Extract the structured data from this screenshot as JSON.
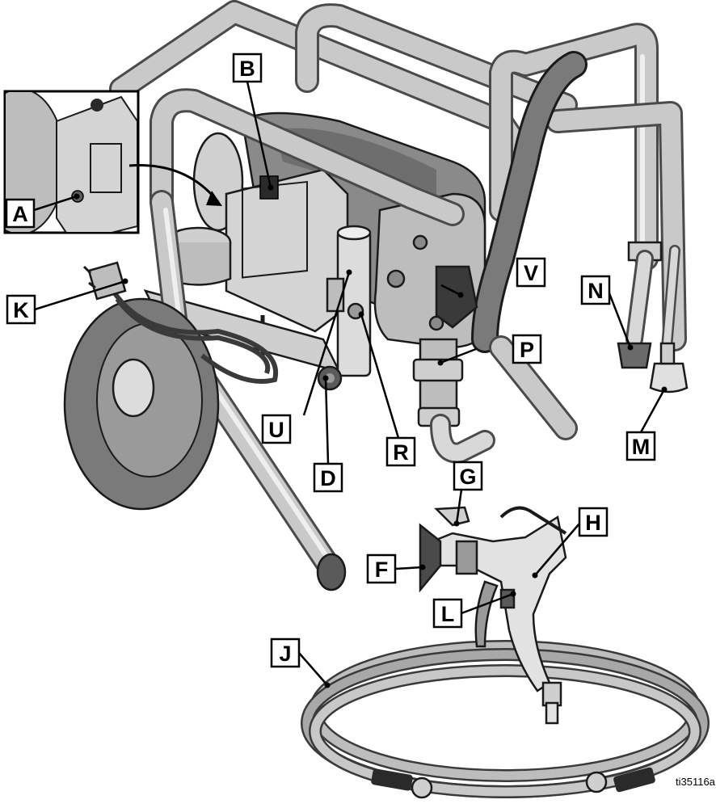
{
  "figure_id": "ti35116a",
  "callouts": [
    {
      "id": "a",
      "label": "A"
    },
    {
      "id": "b",
      "label": "B"
    },
    {
      "id": "d",
      "label": "D"
    },
    {
      "id": "f",
      "label": "F"
    },
    {
      "id": "g",
      "label": "G"
    },
    {
      "id": "h",
      "label": "H"
    },
    {
      "id": "j",
      "label": "J"
    },
    {
      "id": "k",
      "label": "K"
    },
    {
      "id": "l",
      "label": "L"
    },
    {
      "id": "m",
      "label": "M"
    },
    {
      "id": "n",
      "label": "N"
    },
    {
      "id": "p",
      "label": "P"
    },
    {
      "id": "r",
      "label": "R"
    },
    {
      "id": "u",
      "label": "U"
    },
    {
      "id": "v",
      "label": "V"
    }
  ],
  "colors": {
    "frame": "#c9c9c9",
    "outline": "#1a1a1a",
    "dark_part": "#5a5a5a",
    "hose": "#9a9a9a"
  }
}
